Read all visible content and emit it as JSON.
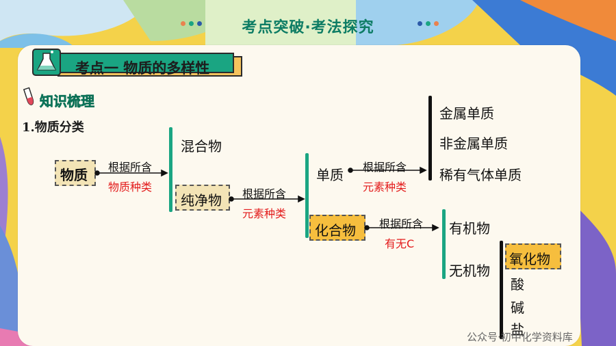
{
  "header": {
    "title": "考点突破·考法探究"
  },
  "section": {
    "title": "考点一 物质的多样性"
  },
  "knowledge": {
    "title": "知识梳理"
  },
  "subtitle": "1.物质分类",
  "tree": {
    "root": "物质",
    "root_arrow_top": "根据所含",
    "root_arrow_bottom": "物质种类",
    "mixture": "混合物",
    "pure": "纯净物",
    "pure_arrow_top": "根据所含",
    "pure_arrow_bottom": "元素种类",
    "element": "单质",
    "element_arrow_top": "根据所含",
    "element_arrow_bottom": "元素种类",
    "metal": "金属单质",
    "nonmetal": "非金属单质",
    "noble": "稀有气体单质",
    "compound": "化合物",
    "compound_arrow_top": "根据所含",
    "compound_arrow_bottom": "有无C",
    "organic": "有机物",
    "inorganic": "无机物",
    "oxide": "氧化物",
    "acid": "酸",
    "base": "碱",
    "salt": "盐"
  },
  "watermark": "公众号·初中化学资料库",
  "colors": {
    "accent": "#1aa582",
    "highlight": "#f6be3e",
    "red": "#e31b1b"
  }
}
